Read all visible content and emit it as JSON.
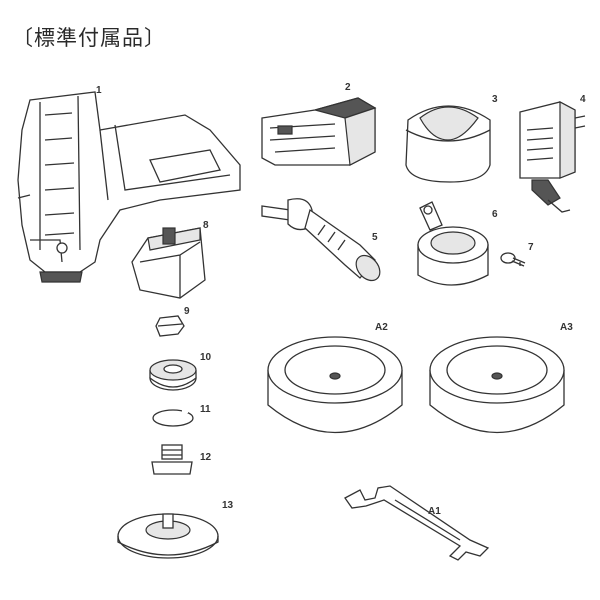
{
  "page": {
    "title": "〔標準付属品〕"
  },
  "parts": [
    {
      "id": "1",
      "label": "1",
      "icon": "cordless-polisher-body-icon"
    },
    {
      "id": "2",
      "label": "2",
      "icon": "battery-pack-icon"
    },
    {
      "id": "3",
      "label": "3",
      "icon": "battery-cover-icon"
    },
    {
      "id": "4",
      "label": "4",
      "icon": "charger-adapter-icon"
    },
    {
      "id": "5",
      "label": "5",
      "icon": "side-handle-icon"
    },
    {
      "id": "6",
      "label": "6",
      "icon": "wheel-guard-icon"
    },
    {
      "id": "7",
      "label": "7",
      "icon": "screw-icon"
    },
    {
      "id": "8",
      "label": "8",
      "icon": "gear-housing-icon"
    },
    {
      "id": "9",
      "label": "9",
      "icon": "nut-icon"
    },
    {
      "id": "10",
      "label": "10",
      "icon": "ball-bearing-icon"
    },
    {
      "id": "11",
      "label": "11",
      "icon": "retaining-ring-icon"
    },
    {
      "id": "12",
      "label": "12",
      "icon": "spindle-fitting-icon"
    },
    {
      "id": "13",
      "label": "13",
      "icon": "backing-pad-icon"
    },
    {
      "id": "A1",
      "label": "A1",
      "icon": "spanner-wrench-icon"
    },
    {
      "id": "A2",
      "label": "A2",
      "icon": "sponge-pad-icon"
    },
    {
      "id": "A3",
      "label": "A3",
      "icon": "sponge-pad-icon"
    }
  ]
}
